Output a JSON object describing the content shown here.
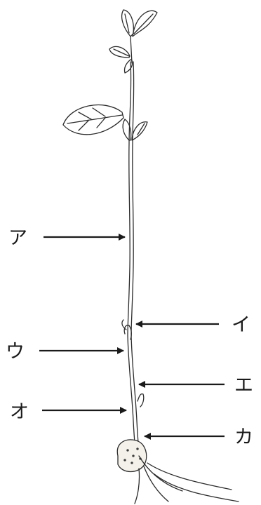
{
  "labels": {
    "a": "ア",
    "i": "イ",
    "u": "ウ",
    "e": "エ",
    "o": "オ",
    "ka": "カ"
  }
}
